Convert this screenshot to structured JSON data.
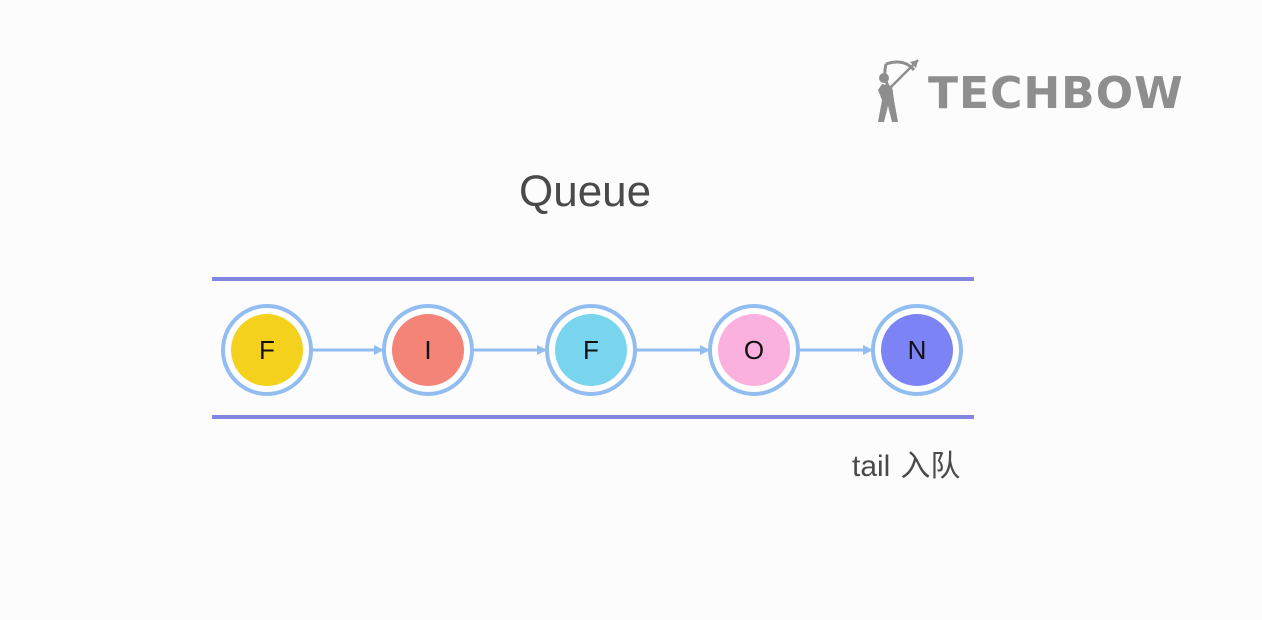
{
  "logo": {
    "text": "TECHBOW",
    "icon": "archer-icon"
  },
  "diagram": {
    "title": "Queue",
    "nodes": [
      {
        "label": "F",
        "color": "#f4d11c"
      },
      {
        "label": "I",
        "color": "#f48478"
      },
      {
        "label": "F",
        "color": "#79d5ee"
      },
      {
        "label": "O",
        "color": "#fbb1dd"
      },
      {
        "label": "N",
        "color": "#7c83f5"
      }
    ],
    "rail_color": "#8286e0",
    "ring_color": "#92bdf1",
    "arrow_color": "#92bdf1",
    "caption_word": "tail",
    "caption_cn": "入队"
  }
}
